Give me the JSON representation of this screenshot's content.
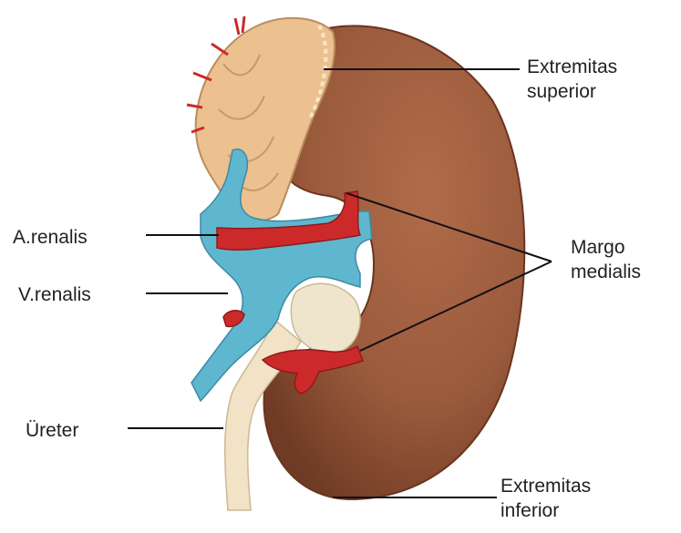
{
  "title": "",
  "labels": {
    "extremitas_superior": [
      "Extremitas",
      "superior"
    ],
    "a_renalis": "A.renalis",
    "v_renalis": "V.renalis",
    "margo_medialis": [
      "Margo",
      "medialis"
    ],
    "ureter": "Üreter",
    "extremitas_inferior": [
      "Extremitas",
      "inferior"
    ]
  },
  "colors": {
    "kidney": "#9a5a3c",
    "kidney_dark": "#7a4028",
    "adrenal": "#ecc08f",
    "adrenal_outline": "#b98d5c",
    "vein": "#5fb6cf",
    "artery": "#cc2a2a",
    "ureter": "#f2e2c6",
    "fat": "#efe5cc",
    "leader_line": "#111111"
  }
}
